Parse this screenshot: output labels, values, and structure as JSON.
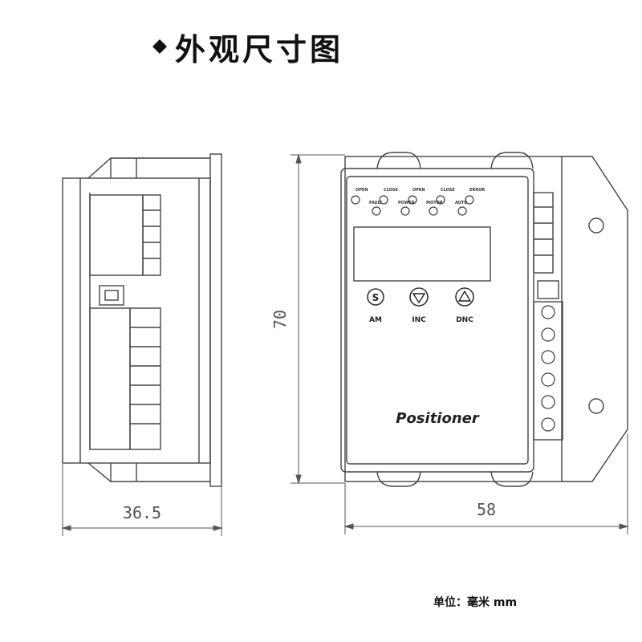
{
  "title": "外观尺寸图",
  "device": {
    "brand_text": "Positioner",
    "led_labels_top": [
      "OPEN",
      "CLOSE",
      "OPEN",
      "CLOSE",
      "ERROR"
    ],
    "led_labels_bottom": [
      "FAULT",
      "POWER",
      "MOTOR",
      "AUTO"
    ],
    "buttons": [
      {
        "glyph": "S",
        "label": "AM"
      },
      {
        "glyph": "▽",
        "label": "INC"
      },
      {
        "glyph": "△",
        "label": "DNC"
      }
    ]
  },
  "dimensions": {
    "side_width": "36.5",
    "front_width": "58",
    "height": "70"
  },
  "unit_label": "单位：毫米 mm"
}
